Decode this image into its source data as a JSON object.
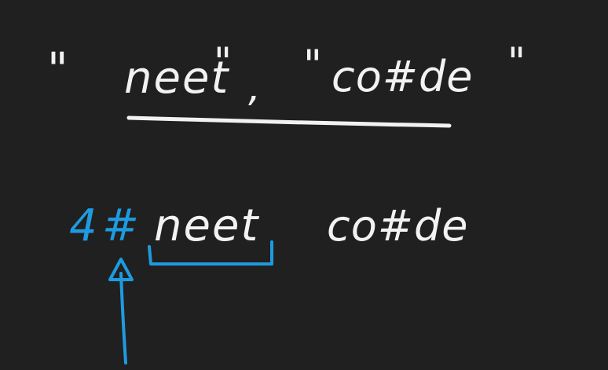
{
  "colors": {
    "background": "#202020",
    "white_ink": "#f2f2f2",
    "blue_ink": "#1e9be0"
  },
  "input_strings": {
    "open_quote_1": "\"",
    "word_1": "neet",
    "close_quote_1": "\"",
    "comma": ",",
    "open_quote_2": "\"",
    "word_2": "co#de",
    "close_quote_2": "\""
  },
  "encoded": {
    "length_prefix": "4",
    "delimiter": "#",
    "word_1": "neet",
    "word_2": "co#de"
  }
}
